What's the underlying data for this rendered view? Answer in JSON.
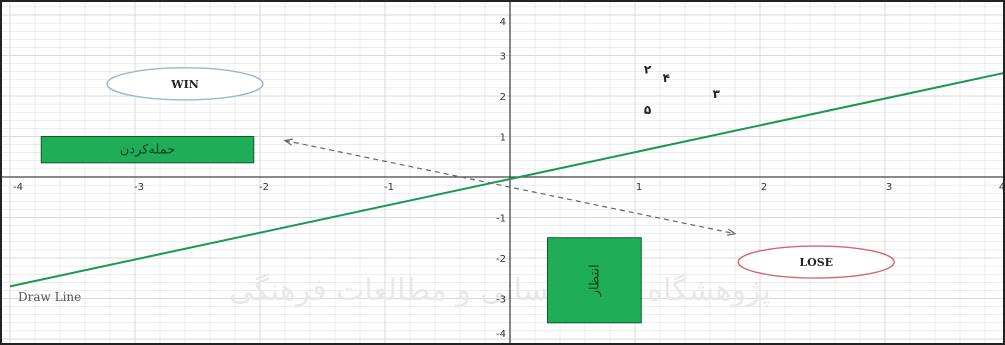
{
  "chart_data": {
    "type": "scatter",
    "xlim": [
      -4,
      4
    ],
    "ylim": [
      -4,
      4
    ],
    "grid": true,
    "x_ticks": [
      "-4",
      "-3",
      "-2",
      "-1",
      "1",
      "2",
      "3",
      "4"
    ],
    "y_ticks": [
      "4",
      "3",
      "2",
      "1",
      "-1",
      "-2",
      "-3",
      "-4"
    ],
    "diagonal_line": {
      "x": [
        -4,
        4
      ],
      "y": [
        -2.7,
        2.6
      ],
      "color": "#1a9850"
    },
    "dashed_arrow": {
      "from": [
        -1.8,
        0.9
      ],
      "to": [
        1.8,
        -1.4
      ],
      "color": "#666666"
    },
    "points": [
      {
        "label": "۲",
        "x": 1.1,
        "y": 2.55
      },
      {
        "label": "۴",
        "x": 1.25,
        "y": 2.35
      },
      {
        "label": "۳",
        "x": 1.65,
        "y": 1.95
      },
      {
        "label": "۵",
        "x": 1.1,
        "y": 1.55
      }
    ],
    "ellipses": [
      {
        "label": "WIN",
        "cx": -2.6,
        "cy": 2.3,
        "stroke": "#9fb4d0"
      },
      {
        "label": "LOSE",
        "cx": 2.45,
        "cy": -2.1,
        "stroke": "#d06a6a"
      }
    ],
    "boxes": [
      {
        "label": "حمله‌کردن",
        "x0": -3.75,
        "y0": 0.35,
        "x1": -2.05,
        "y1": 1.0,
        "fill": "#1fae57",
        "orientation": "horizontal"
      },
      {
        "label": "انتظار",
        "x0": 0.3,
        "y0": -3.6,
        "x1": 1.05,
        "y1": -1.5,
        "fill": "#1fae57",
        "orientation": "vertical"
      }
    ],
    "annotation": "Draw Line",
    "watermark": "پژوهشگاه علوم انسانی و مطالعات فرهنگی"
  },
  "colors": {
    "grid": "#d9d9d9",
    "axis": "#444444",
    "frame": "#222222"
  }
}
